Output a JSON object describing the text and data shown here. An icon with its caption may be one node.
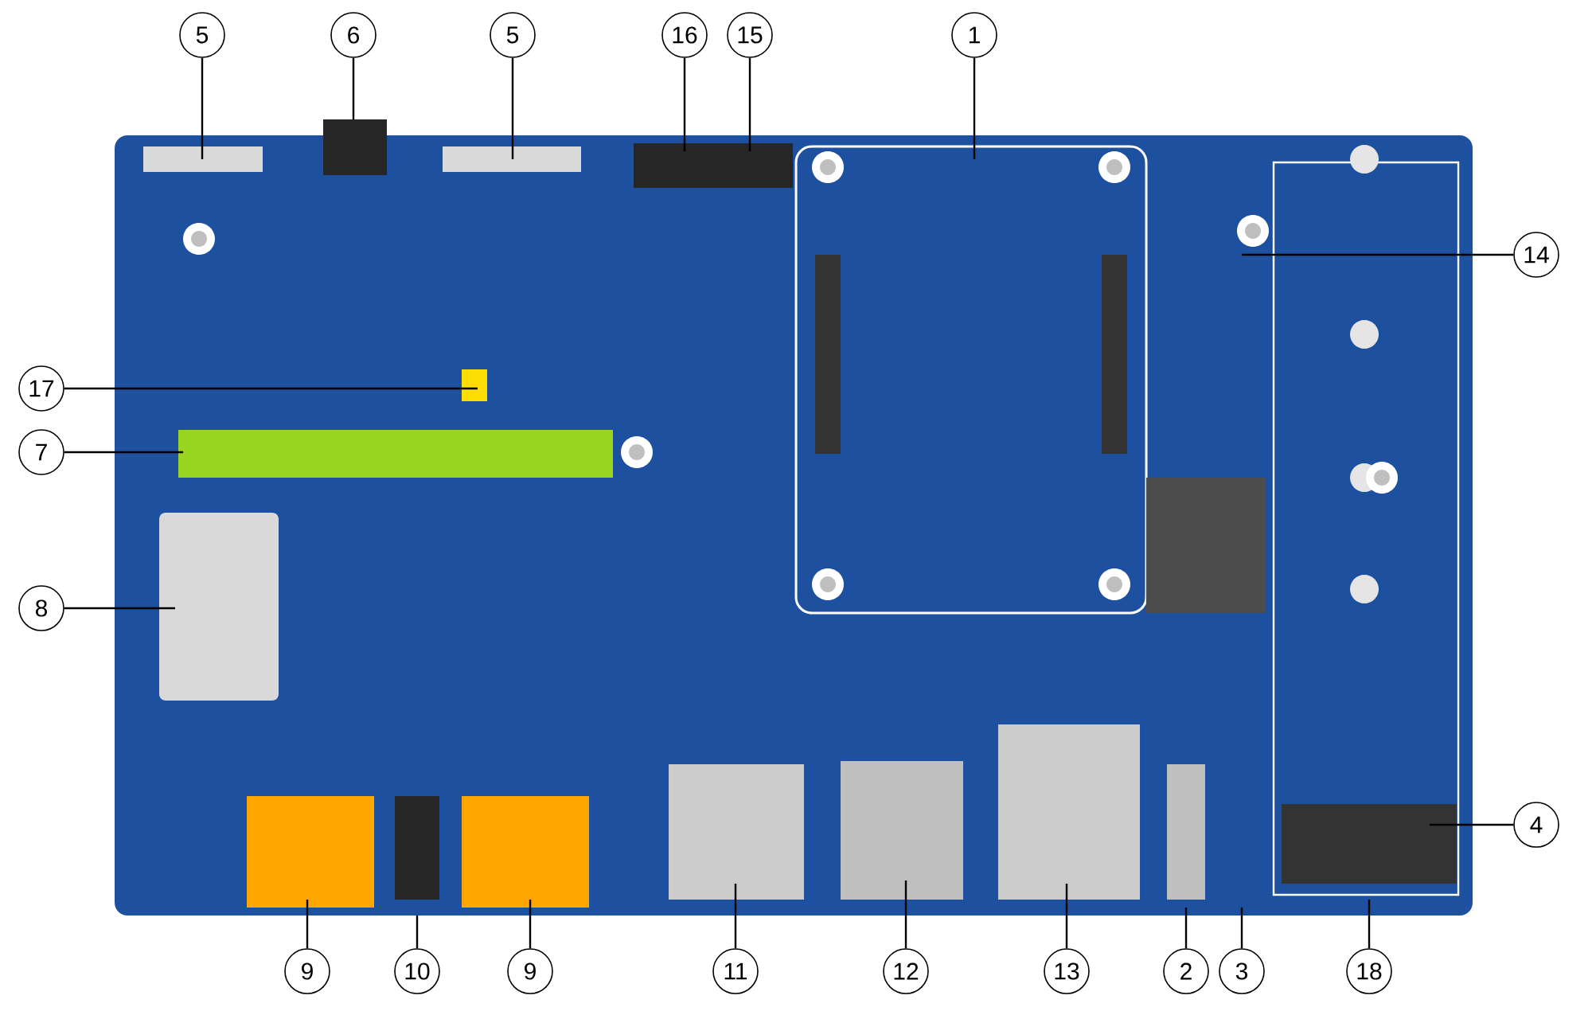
{
  "diagram": {
    "nodes": [
      {
        "text": [],
        "shape": "picture"
      },
      {
        "text": [
          "5"
        ]
      },
      {
        "text": [
          "6"
        ]
      },
      {
        "text": [
          "5"
        ]
      },
      {
        "text": [
          "16"
        ]
      },
      {
        "text": [
          "15"
        ]
      },
      {
        "text": [
          "1"
        ]
      },
      {
        "text": [
          "14"
        ]
      },
      {
        "text": [
          "17"
        ]
      },
      {
        "text": [
          "7"
        ]
      },
      {
        "text": [
          "8"
        ]
      },
      {
        "text": [
          "4"
        ]
      },
      {
        "text": [
          "9"
        ]
      },
      {
        "text": [
          "10"
        ]
      },
      {
        "text": [
          "9"
        ]
      },
      {
        "text": [
          "11"
        ]
      },
      {
        "text": [
          "12"
        ]
      },
      {
        "text": [
          "13"
        ]
      },
      {
        "text": [
          "2"
        ]
      },
      {
        "text": [
          "3"
        ]
      },
      {
        "text": [
          "18"
        ]
      }
    ],
    "edges": [
      {
        "from": 1,
        "to": 0,
        "arrow": "none"
      },
      {
        "from": 2,
        "to": 0,
        "arrow": "none"
      },
      {
        "from": 3,
        "to": 0,
        "arrow": "none"
      },
      {
        "from": 4,
        "to": 0,
        "arrow": "none"
      },
      {
        "from": 5,
        "to": 0,
        "arrow": "none"
      },
      {
        "from": 6,
        "to": 0,
        "arrow": "none"
      },
      {
        "from": 7,
        "to": 0,
        "arrow": "none"
      },
      {
        "from": 8,
        "to": 0,
        "arrow": "none"
      },
      {
        "from": 9,
        "to": 0,
        "arrow": "none"
      },
      {
        "from": 10,
        "to": 0,
        "arrow": "none"
      },
      {
        "from": 11,
        "to": 0,
        "arrow": "none"
      },
      {
        "from": 12,
        "to": 0,
        "arrow": "none"
      },
      {
        "from": 13,
        "to": 0,
        "arrow": "none"
      },
      {
        "from": 14,
        "to": 0,
        "arrow": "none"
      },
      {
        "from": 15,
        "to": 0,
        "arrow": "none"
      },
      {
        "from": 16,
        "to": 0,
        "arrow": "none"
      },
      {
        "from": 17,
        "to": 0,
        "arrow": "none"
      },
      {
        "from": 18,
        "to": 0,
        "arrow": "none"
      },
      {
        "from": 19,
        "to": 0,
        "arrow": "none"
      },
      {
        "from": 20,
        "to": 0,
        "arrow": "none"
      }
    ]
  }
}
